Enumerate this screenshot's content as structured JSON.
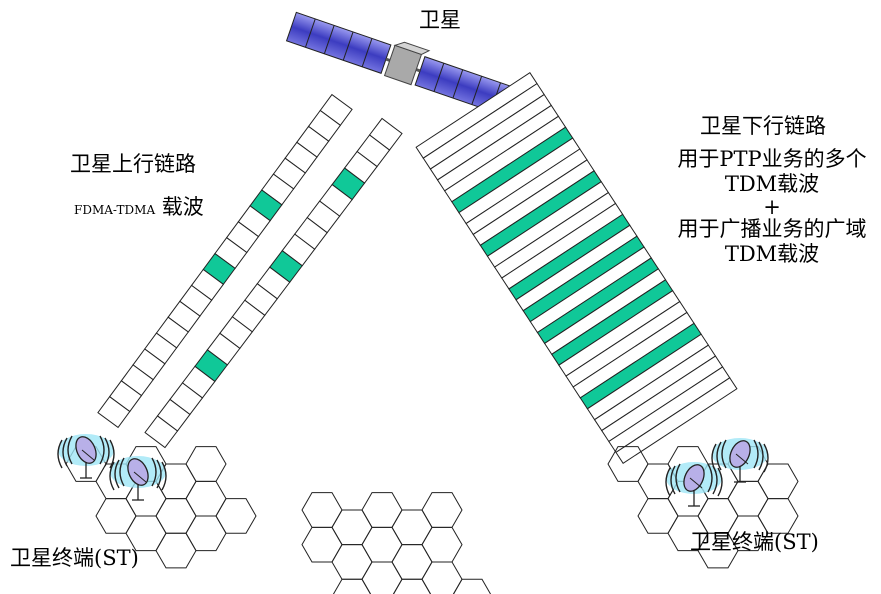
{
  "labels": {
    "satellite": "卫星",
    "uplink_title": "卫星上行链路",
    "uplink_carrier_prefix": "FDMA-TDMA",
    "uplink_carrier_suffix": "载波",
    "downlink_title": "卫星下行链路",
    "downlink_line1": "用于PTP业务的多个",
    "downlink_line2": "TDM载波",
    "downlink_plus": "+",
    "downlink_line3": "用于广播业务的广域",
    "downlink_line4": "TDM载波",
    "terminal_left": "卫星终端(ST)",
    "terminal_right": "卫星终端(ST)"
  },
  "colors": {
    "slot_active": "#10c898",
    "slot_empty": "#ffffff",
    "panel_blue": "#5a5ad0",
    "signal": "#9fe6f6",
    "dish": "#b8b0e8"
  },
  "uplink_strips": [
    {
      "name": "uplink-strip-1",
      "slots": 20,
      "active": [
        6,
        10
      ]
    },
    {
      "name": "uplink-strip-2",
      "slots": 19,
      "active": [
        3,
        8,
        14
      ]
    }
  ],
  "downlink_band": {
    "slots": 29,
    "active": [
      5,
      9,
      13,
      15,
      17,
      19,
      23
    ]
  }
}
